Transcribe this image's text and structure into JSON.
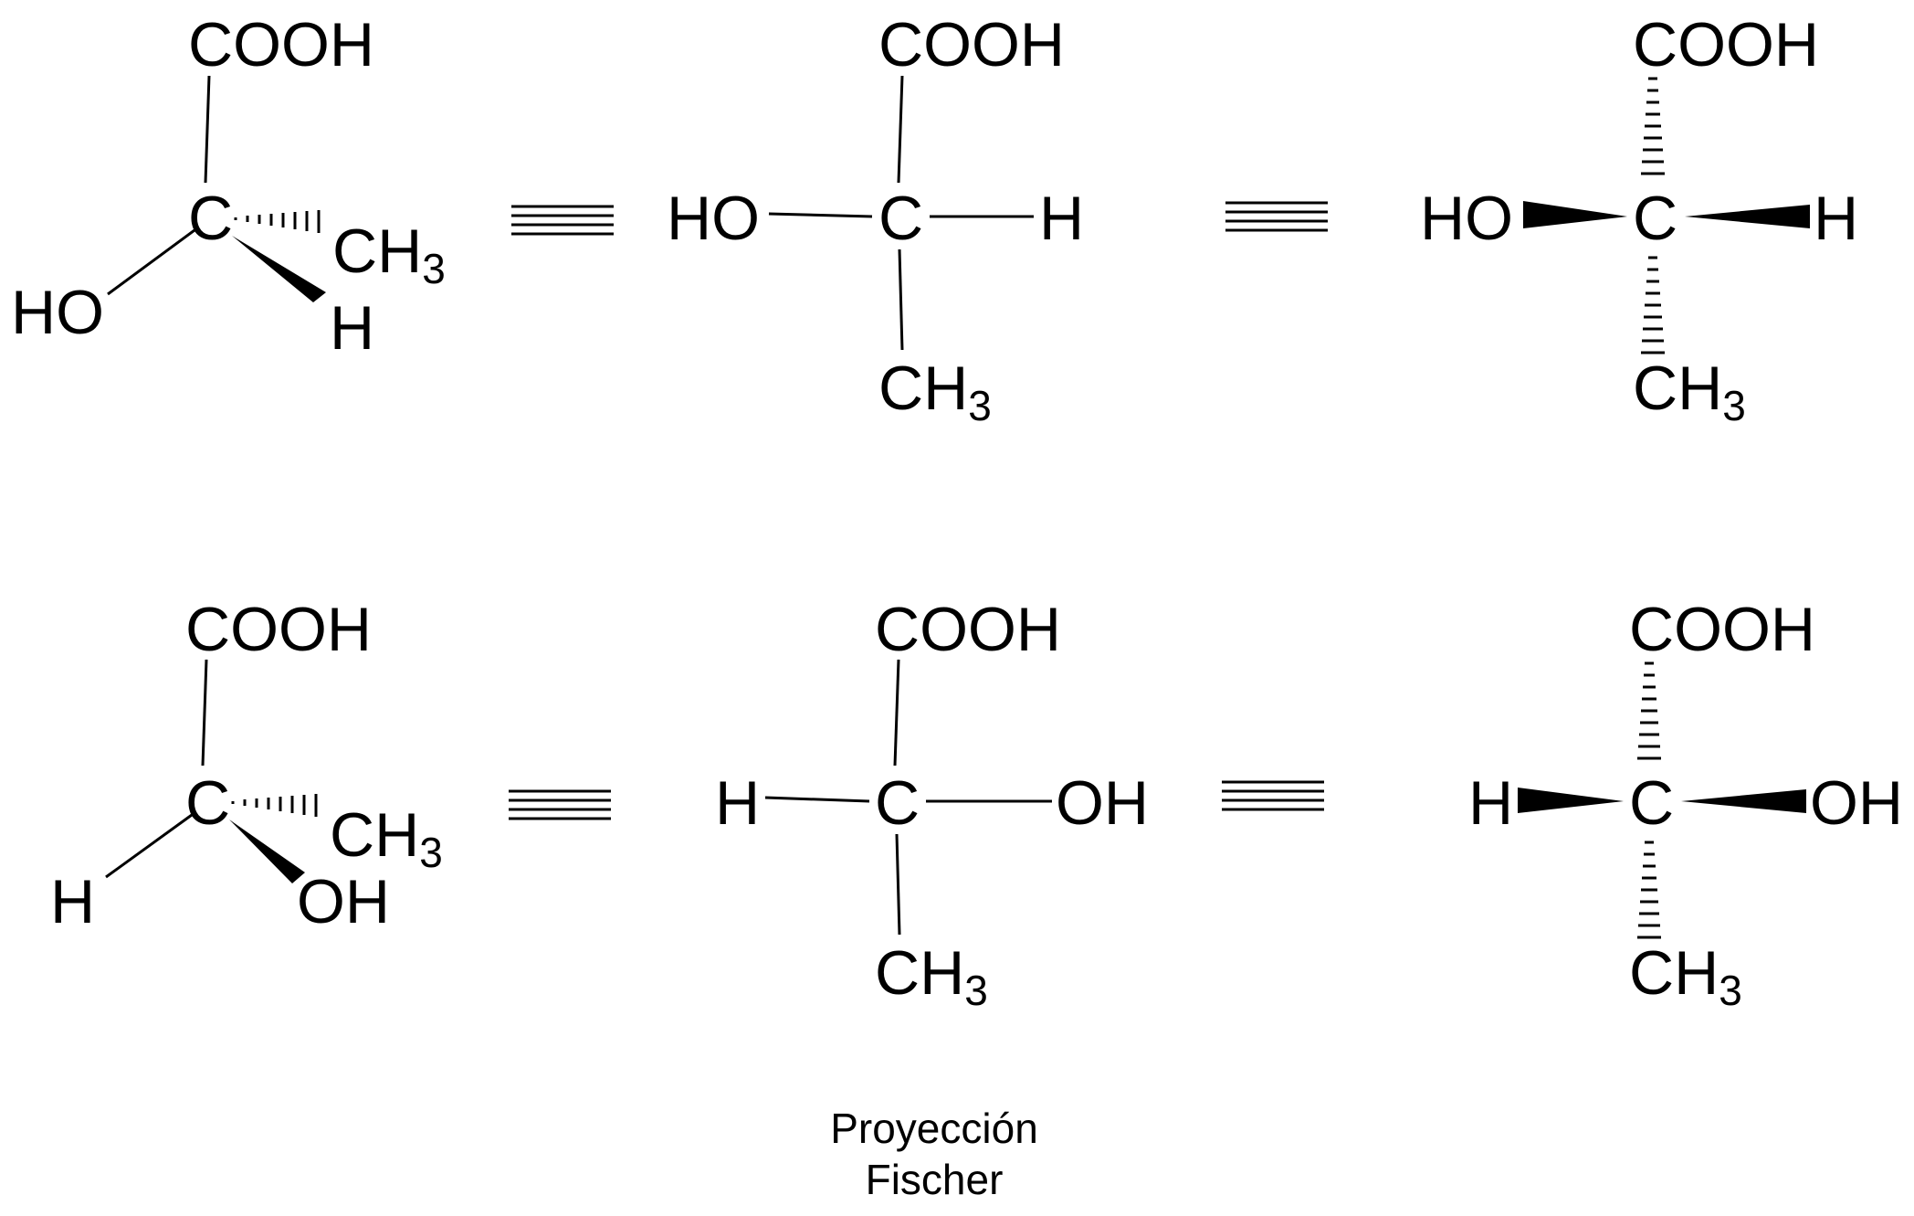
{
  "colors": {
    "ink": "#000000",
    "background": "#ffffff"
  },
  "labels": {
    "cooh": "COOH",
    "c": "C",
    "ho": "HO",
    "oh": "OH",
    "h": "H",
    "ch": "CH",
    "three": "3"
  },
  "caption": {
    "line1": "Proyección",
    "line2": "Fischer"
  }
}
